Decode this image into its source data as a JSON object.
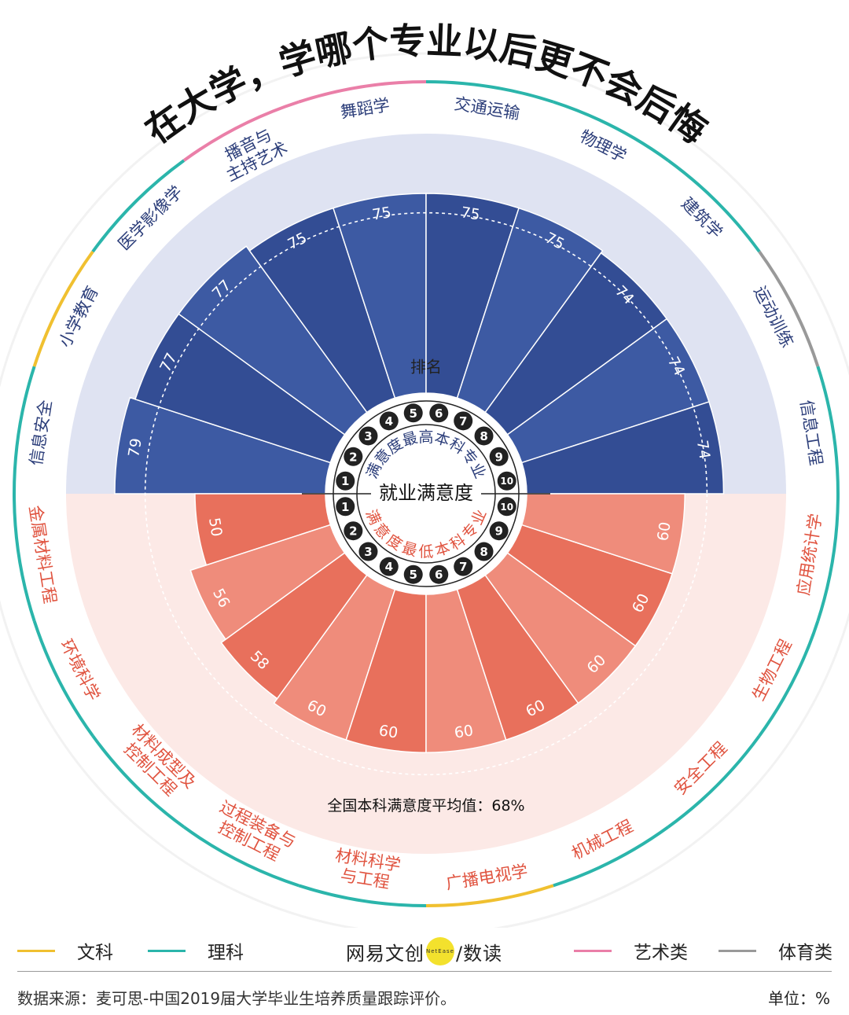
{
  "title": "在大学，学哪个专业以后更不会后悔",
  "center": {
    "label": "就业满意度",
    "rank_label": "排名",
    "top_label": "满意度最高本科专业",
    "bottom_label": "满意度最低本科专业"
  },
  "average_label": "全国本科满意度平均值：68%",
  "colors": {
    "top_fill": "#3d5aa3",
    "top_fill_alt": "#334d94",
    "top_band": "#dfe3f2",
    "bottom_fill": "#e8705c",
    "bottom_fill_alt": "#ef8c7b",
    "bottom_band": "#fce9e6",
    "wenke": "#f0c030",
    "like": "#2bb5ab",
    "yishu": "#ea7fa8",
    "tiyu": "#999999",
    "top_text": "#2c3e7a",
    "bottom_text": "#e0533f"
  },
  "chart_data": {
    "type": "bar",
    "polar": true,
    "title": "在大学，学哪个专业以后更不会后悔",
    "reference_line": {
      "label": "全国本科满意度平均值：68%",
      "value": 68
    },
    "series": [
      {
        "name": "满意度最高本科专业",
        "ranks": [
          1,
          2,
          3,
          4,
          5,
          6,
          7,
          8,
          9,
          10
        ],
        "categories": [
          "信息安全",
          "小学教育",
          "医学影像学",
          "播音与\n主持艺术",
          "舞蹈学",
          "交通运输",
          "物理学",
          "建筑学",
          "运动训练",
          "信息工程"
        ],
        "values": [
          79,
          77,
          77,
          75,
          75,
          75,
          75,
          74,
          74,
          74
        ],
        "groups": [
          "like",
          "wenke",
          "like",
          "yishu",
          "yishu",
          "like",
          "like",
          "like",
          "tiyu",
          "like"
        ]
      },
      {
        "name": "满意度最低本科专业",
        "ranks": [
          1,
          2,
          3,
          4,
          5,
          6,
          7,
          8,
          9,
          10
        ],
        "categories": [
          "金属材料工程",
          "环境科学",
          "材料成型及\n控制工程",
          "过程装备与\n控制工程",
          "材料科学\n与工程",
          "广播电视学",
          "机械工程",
          "安全工程",
          "生物工程",
          "应用统计学"
        ],
        "values": [
          50,
          56,
          58,
          60,
          60,
          60,
          60,
          60,
          60,
          60
        ],
        "groups": [
          "like",
          "like",
          "like",
          "like",
          "like",
          "wenke",
          "like",
          "like",
          "like",
          "like"
        ]
      }
    ],
    "legend": [
      {
        "key": "wenke",
        "label": "文科",
        "color": "#f0c030"
      },
      {
        "key": "like",
        "label": "理科",
        "color": "#2bb5ab"
      },
      {
        "key": "yishu",
        "label": "艺术类",
        "color": "#ea7fa8"
      },
      {
        "key": "tiyu",
        "label": "体育类",
        "color": "#999999"
      }
    ],
    "unit": "%"
  },
  "brand": {
    "left": "网易文创",
    "dot": "NetEase",
    "right": "/数读"
  },
  "footer": {
    "source": "数据来源：麦可思-中国2019届大学毕业生培养质量跟踪评价。",
    "unit": "单位：%"
  }
}
